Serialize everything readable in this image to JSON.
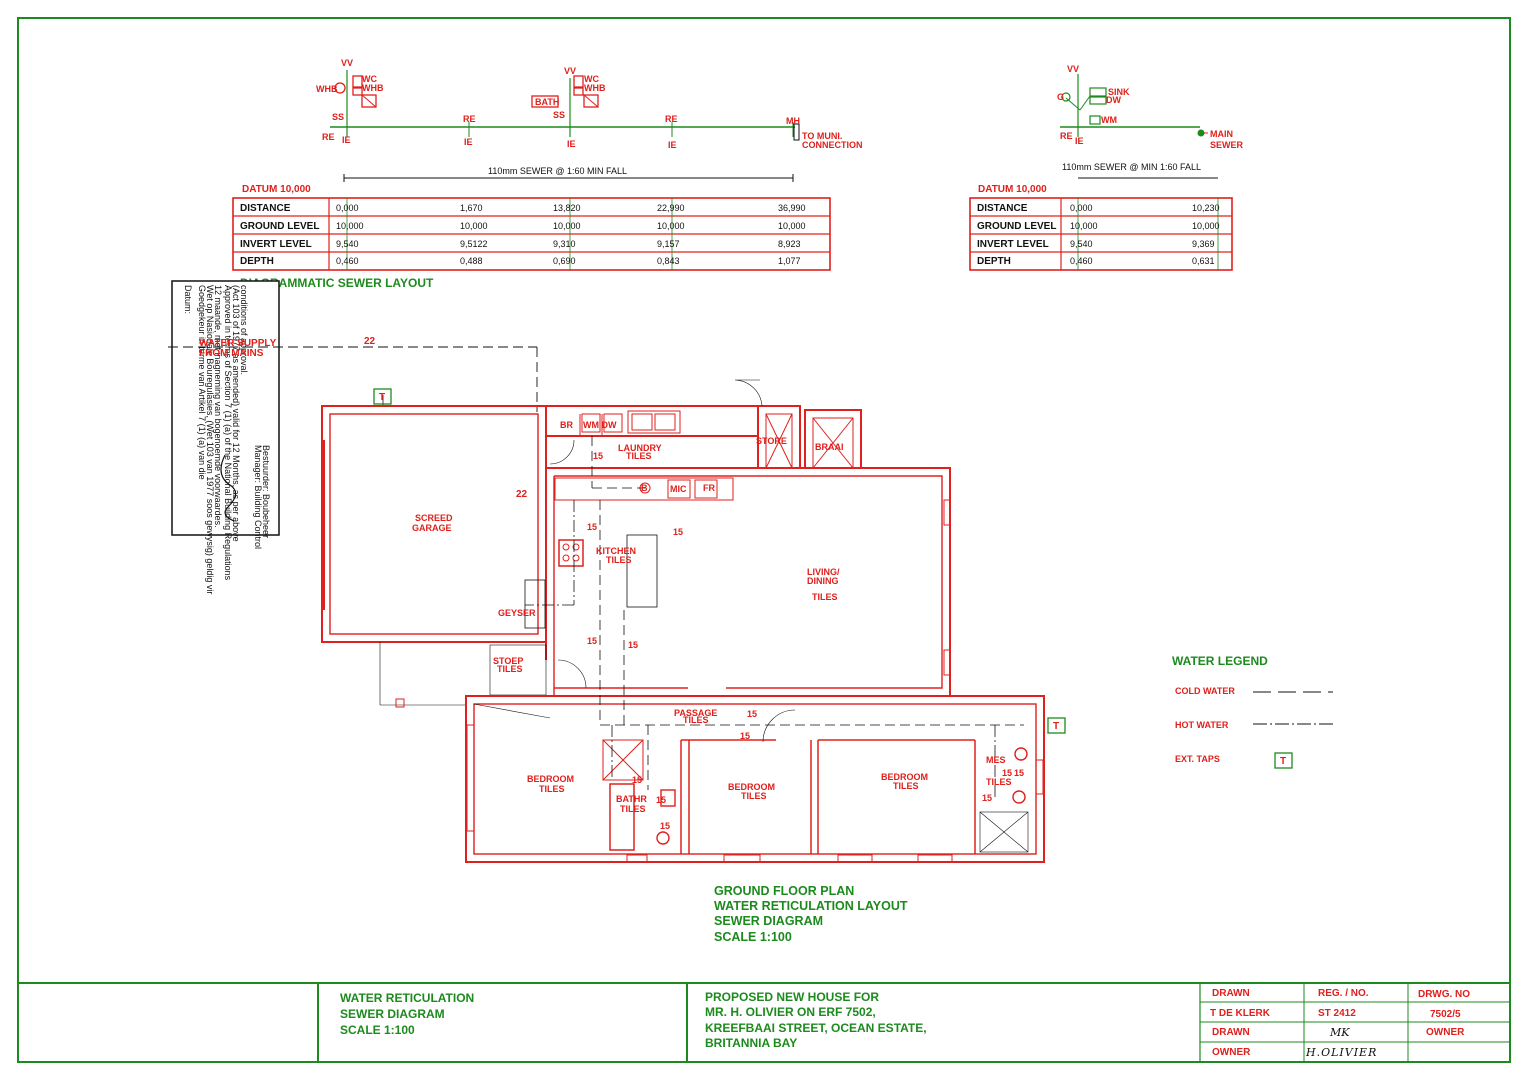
{
  "sewer_layout": {
    "title": "DIAGRAMMATIC SEWER LAYOUT",
    "main_label": "110mm SEWER @ 1:60 MIN FALL",
    "kitchen_label": "110mm SEWER @ MIN 1:60 FALL",
    "to_muni": "TO MUNI.",
    "connection": "CONNECTION",
    "main_sewer_1": "MAIN",
    "main_sewer_2": "SEWER",
    "fixture_labels": {
      "vv": "VV",
      "whb": "WHB",
      "wc": "WC",
      "ss": "SS",
      "re": "RE",
      "ie": "IE",
      "bath": "BATH",
      "mh": "MH",
      "g": "G",
      "sink": "SINK",
      "dw": "DW",
      "wm": "WM"
    }
  },
  "table_main": {
    "datum": "DATUM  10,000",
    "rows": [
      {
        "label": "DISTANCE",
        "values": [
          "0,000",
          "1,670",
          "13,820",
          "22,990",
          "36,990"
        ]
      },
      {
        "label": "GROUND LEVEL",
        "values": [
          "10,000",
          "10,000",
          "10,000",
          "10,000",
          "10,000"
        ]
      },
      {
        "label": "INVERT LEVEL",
        "values": [
          "9,540",
          "9,5122",
          "9,310",
          "9,157",
          "8,923"
        ]
      },
      {
        "label": "DEPTH",
        "values": [
          "0,460",
          "0,488",
          "0,690",
          "0,843",
          "1,077"
        ]
      }
    ]
  },
  "table_kitchen": {
    "datum": "DATUM  10,000",
    "rows": [
      {
        "label": "DISTANCE",
        "values": [
          "0,000",
          "10,230"
        ]
      },
      {
        "label": "GROUND LEVEL",
        "values": [
          "10,000",
          "10,000"
        ]
      },
      {
        "label": "INVERT LEVEL",
        "values": [
          "9,540",
          "9,369"
        ]
      },
      {
        "label": "DEPTH",
        "values": [
          "0,460",
          "0,631"
        ]
      }
    ]
  },
  "stamp": {
    "datum": "Datum:",
    "lines": [
      "Goedgekeur in terme van Artikel 7 (1) (a) van die",
      "Wet op Nasionale Bouregulasies, (Wet 103 van 1977 soos gewysig) geldig vir",
      "12 maande, met inagneming van bogenoemde voorwaardes.",
      "Approved in terms of Section 7 (1) (a) of the National Building Regulations",
      "(Act 103 of 1977 as amended) valid for 12 Months, as per above",
      "conditions of approval."
    ],
    "footer": [
      "Bestuurder: Boubeheer",
      "Manager: Building Control"
    ]
  },
  "plan": {
    "water_supply_1": "WATER SUPPLY",
    "water_supply_2": "FROM MAINS",
    "dim_22_top": "22",
    "dim_22_mid": "22",
    "tap": "T",
    "rooms": {
      "garage_1": "SCREED",
      "garage_2": "GARAGE",
      "geyser": "GEYSER",
      "br": "BR",
      "wm_dw": "WM DW",
      "laundry_1": "LAUNDRY",
      "laundry_2": "TILES",
      "store": "STORE",
      "braai": "BRAAI",
      "kitchen_1": "KITCHEN",
      "kitchen_2": "TILES",
      "b": "B",
      "mic": "MIC",
      "fr": "FR",
      "living_1": "LIVING/",
      "living_2": "DINING",
      "living_3": "TILES",
      "stoep_1": "STOEP",
      "stoep_2": "TILES",
      "passage_1": "PASSAGE",
      "passage_2": "TILES",
      "bed1_1": "BEDROOM",
      "bed1_2": "TILES",
      "bath_1": "BATHR",
      "bath_2": "TILES",
      "bed2_1": "BEDROOM",
      "bed2_2": "TILES",
      "bed3_1": "BEDROOM",
      "bed3_2": "TILES",
      "mes_1": "MES",
      "mes_2": "TILES"
    },
    "pipe_sizes": [
      "15",
      "15",
      "15",
      "15",
      "15",
      "15",
      "15",
      "15",
      "15",
      "15",
      "15",
      "15",
      "15"
    ]
  },
  "legend": {
    "title": "WATER LEGEND",
    "cold": "COLD WATER",
    "hot": "HOT WATER",
    "taps": "EXT. TAPS",
    "tap_symbol": "T"
  },
  "plan_title": [
    "GROUND FLOOR PLAN",
    "WATER RETICULATION LAYOUT",
    "SEWER DIAGRAM",
    "SCALE 1:100"
  ],
  "title_block": {
    "drawing": [
      "WATER RETICULATION",
      "SEWER DIAGRAM",
      "SCALE 1:100"
    ],
    "project": [
      "PROPOSED NEW HOUSE FOR",
      "MR. H. OLIVIER ON ERF 7502,",
      "KREEFBAAI STREET, OCEAN  ESTATE,",
      "BRITANNIA BAY"
    ],
    "drawn_label": "DRAWN",
    "drawn_by": "T DE KLERK",
    "reg_label": "REG. / NO.",
    "reg_no": "ST 2412",
    "drwg_label": "DRWG. NO",
    "drwg_no": "7502/5",
    "drawn_label_2": "DRAWN",
    "drawn_sign": "MK",
    "owner_label": "OWNER",
    "owner_label_2": "OWNER",
    "owner_sign": "H.OLIVIER"
  },
  "colors": {
    "red": "#e0201c",
    "green": "#1d8a1d",
    "black": "#111111"
  }
}
